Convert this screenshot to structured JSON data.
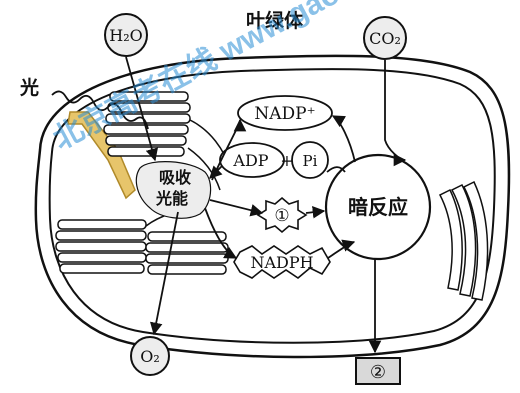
{
  "diagram": {
    "title": "叶绿体",
    "light_label": "光",
    "inputs": {
      "water": "H₂O",
      "carbon_dioxide": "CO₂"
    },
    "light_capture_label_line1": "吸收",
    "light_capture_label_line2": "光能",
    "cofactors": {
      "nadp_plus": "NADP⁺",
      "adp": "ADP",
      "plus": "+",
      "pi": "Pi",
      "unknown_1": "①",
      "nadph": "NADPH"
    },
    "dark_reaction": "暗反应",
    "outputs": {
      "oxygen": "O₂",
      "unknown_2": "②"
    }
  },
  "watermark": {
    "text": "北京高考在线 www.gaokzx.com",
    "color": "#2b8fd6"
  },
  "colors": {
    "ink": "#111111",
    "thylakoid_highlight": "#e7c56b",
    "background": "#ffffff"
  }
}
